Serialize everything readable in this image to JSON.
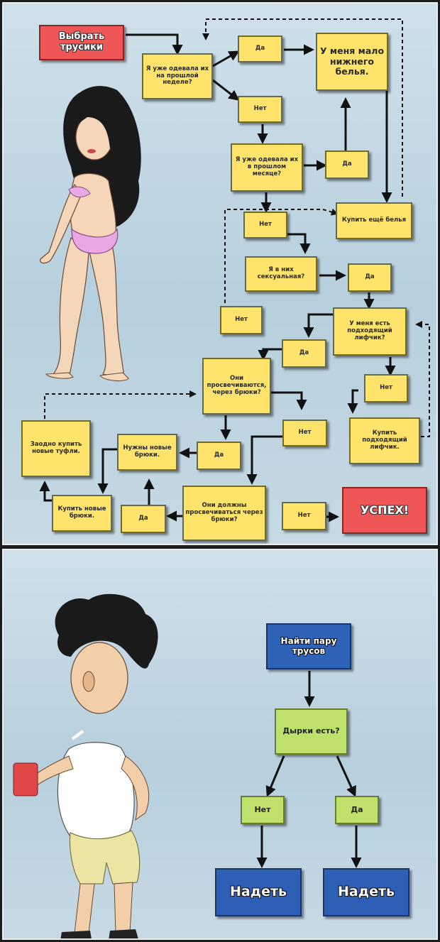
{
  "top": {
    "start": "Выбрать трусики",
    "q_last_week": "Я уже одевала их на прошлой неделе?",
    "yes1": "Да",
    "few_underwear": "У меня мало нижнего белья.",
    "no1": "Нет",
    "q_last_month": "Я уже одевала их в прошлом месяце?",
    "yes2": "Да",
    "buy_more": "Купить ещё белья",
    "no2": "Нет",
    "q_sexy": "Я в них сексуальная?",
    "yes3": "Да",
    "no3": "Нет",
    "q_bra": "У меня есть подходящий лифчик?",
    "yes4": "Да",
    "no4": "Нет",
    "q_show_through": "Они просвечиваются, через брюки?",
    "buy_bra": "Купить подходящий лифчик.",
    "no5": "Нет",
    "buy_shoes": "Заодно купить новые туфли.",
    "need_pants": "Нужны новые брюки.",
    "yes5": "Да",
    "buy_pants": "Купить новые брюки.",
    "yes6": "Да",
    "q_should_show": "Они должны просвечиваться через брюки?",
    "no6": "Нет",
    "success": "УСПЕХ!"
  },
  "bottom": {
    "find": "Найти пару трусов",
    "q_holes": "Дырки есть?",
    "no": "Нет",
    "yes": "Да",
    "wear_left": "Надеть",
    "wear_right": "Надеть"
  },
  "colors": {
    "yellow_box": "#ffe36b",
    "red_box": "#ef5757",
    "blue_box": "#2f63b8",
    "green_box": "#bfe06a",
    "background": "#c4d8e4"
  }
}
